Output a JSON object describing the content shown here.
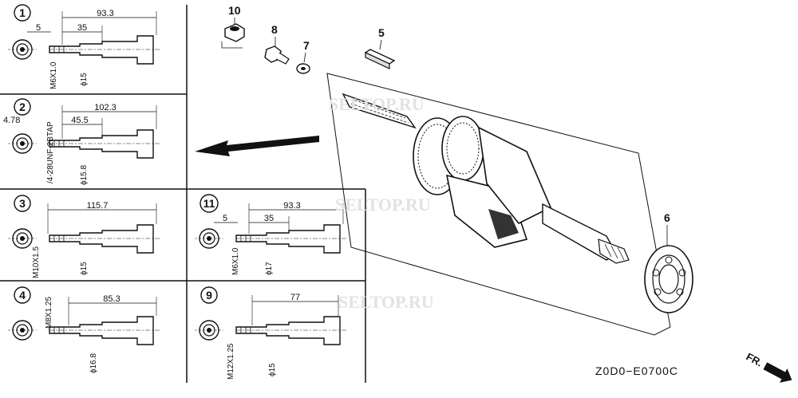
{
  "variants": [
    {
      "id": "v1",
      "label": "1",
      "dims": [
        "93.3",
        "35",
        "5"
      ],
      "thread": "M6X1.0",
      "dia": "ϕ15"
    },
    {
      "id": "v2",
      "label": "2",
      "dims": [
        "102.3",
        "45.5",
        "4.78"
      ],
      "thread": "/4-28UNF-2BTAP",
      "dia": "ϕ15.8"
    },
    {
      "id": "v3",
      "label": "3",
      "dims": [
        "115.7"
      ],
      "thread": "M10X1.5",
      "dia": "ϕ15"
    },
    {
      "id": "v4",
      "label": "4",
      "dims": [
        "85.3"
      ],
      "thread": "M8X1.25",
      "dia": "ϕ16.8"
    },
    {
      "id": "v11",
      "label": "11",
      "dims": [
        "93.3",
        "35",
        "5"
      ],
      "thread": "M6X1.0",
      "dia": "ϕ17"
    },
    {
      "id": "v9",
      "label": "9",
      "dims": [
        "77"
      ],
      "thread": "M12X1.25",
      "dia": "ϕ15"
    }
  ],
  "parts": {
    "p10": "10",
    "p8": "8",
    "p7": "7",
    "p5": "5",
    "p6": "6"
  },
  "watermark": "SELTOP.RU",
  "diagram_code": "Z0D0−E0700C",
  "front_label": "FR."
}
